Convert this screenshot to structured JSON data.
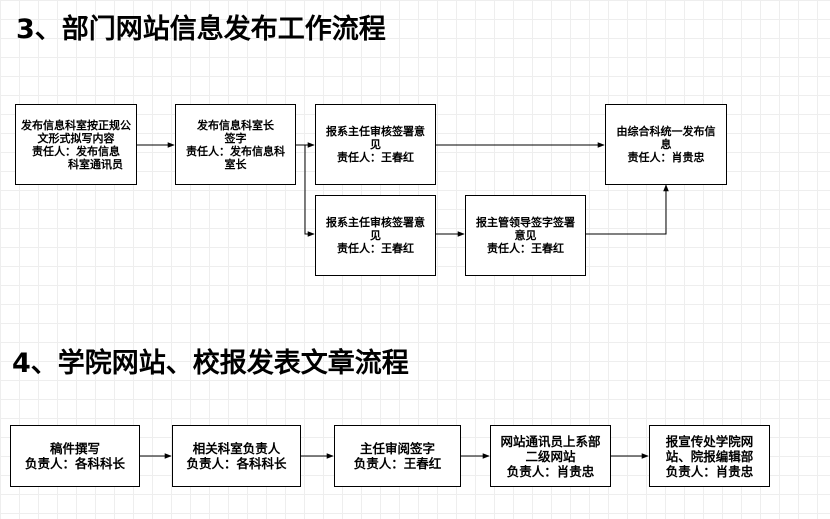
{
  "section3": {
    "title": "3、部门网站信息发布工作流程",
    "boxes": [
      {
        "line1": "发布信息科室按正规公",
        "line2": "文形式拟写内容",
        "line3": "责任人：发布信息",
        "line4": "科室通讯员"
      },
      {
        "line1": "发布信息科室长",
        "line2": "签字",
        "line3": "责任人：发布信息科",
        "line4": "室长"
      },
      {
        "line1": "报系主任审核签署意",
        "line2": "见",
        "line3": "责任人：王春红"
      },
      {
        "line1": "由综合科统一发布信",
        "line2": "息",
        "line3": "责任人：肖贵忠"
      },
      {
        "line1": "报系主任审核签署意",
        "line2": "见",
        "line3": "责任人：王春红"
      },
      {
        "line1": "报主管领导签字签署",
        "line2": "意见",
        "line3": "责任人：王春红"
      }
    ]
  },
  "section4": {
    "title": "4、学院网站、校报发表文章流程",
    "boxes": [
      {
        "line1": "稿件撰写",
        "line2": "负责人：各科科长"
      },
      {
        "line1": "相关科室负责人",
        "line2": "负责人：各科科长"
      },
      {
        "line1": "主任审阅签字",
        "line2": "负责人：王春红"
      },
      {
        "line1": "网站通讯员上系部",
        "line2": "二级网站",
        "line3": "负责人：肖贵忠"
      },
      {
        "line1": "报宣传处学院网",
        "line2": "站、院报编辑部",
        "line3": "负责人：肖贵忠"
      }
    ]
  },
  "colors": {
    "background": "#ffffff",
    "gridline": "#eeeeee",
    "box_border": "#000000",
    "connector": "#000000",
    "text": "#000000"
  }
}
